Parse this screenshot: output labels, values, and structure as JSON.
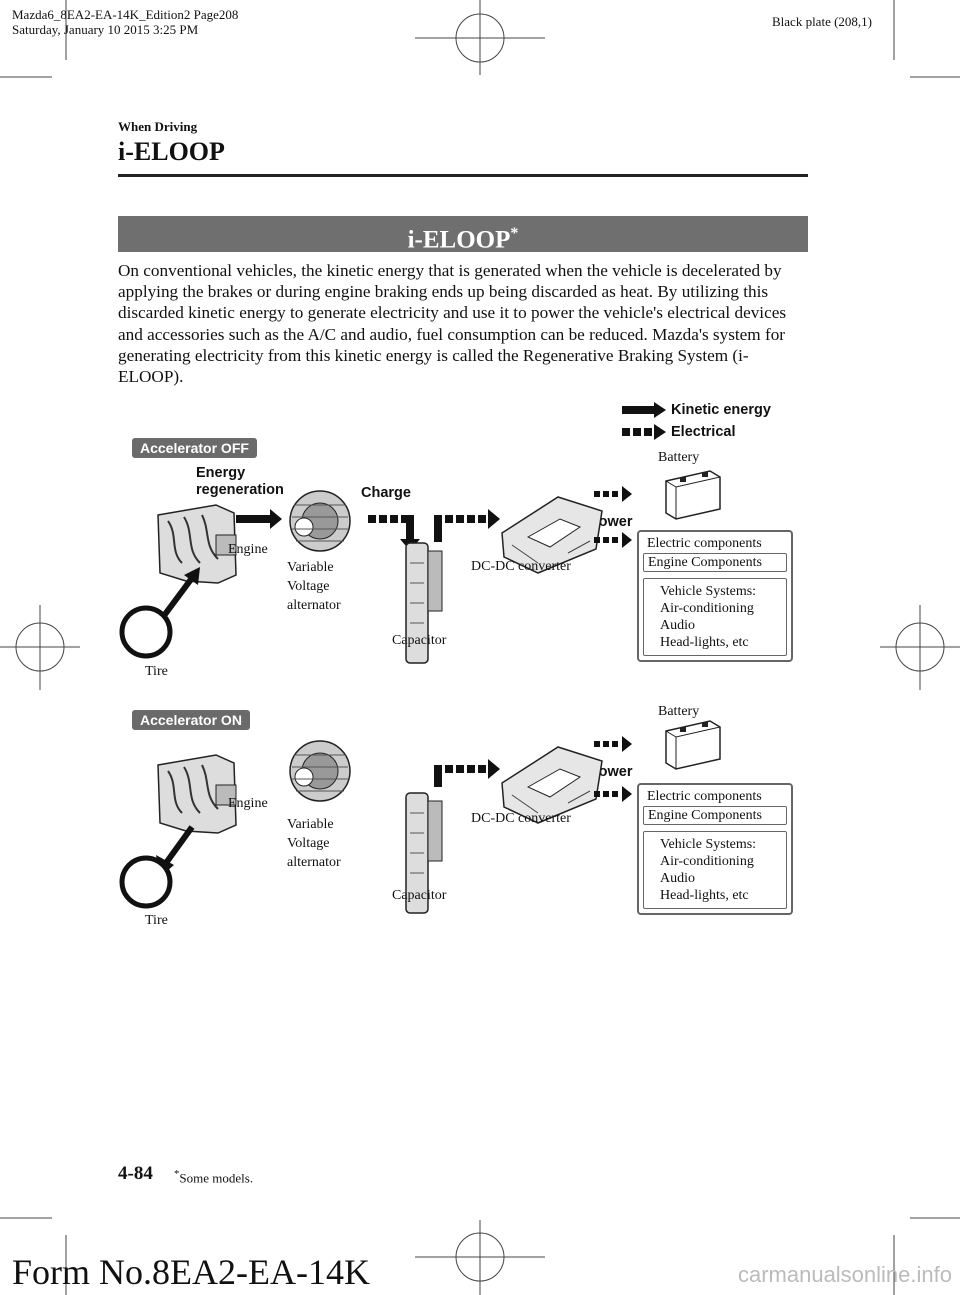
{
  "header": {
    "file_info": "Mazda6_8EA2-EA-14K_Edition2 Page208",
    "date_info": "Saturday, January 10 2015 3:25 PM",
    "plate": "Black plate (208,1)"
  },
  "section": "When Driving",
  "page_heading": "i-ELOOP",
  "banner": {
    "title": "i-ELOOP",
    "mark": "*"
  },
  "body_text": "On conventional vehicles, the kinetic energy that is generated when the vehicle is decelerated by applying the brakes or during engine braking ends up being discarded as heat. By utilizing this discarded kinetic energy to generate electricity and use it to power the vehicle's electrical devices and accessories such as the A/C and audio, fuel consumption can be reduced. Mazda's system for generating electricity from this kinetic energy is called the Regenerative Braking System (i-ELOOP).",
  "legend": {
    "kinetic": "Kinetic energy",
    "electrical": "Electrical"
  },
  "diagram_off": {
    "mode": "Accelerator OFF",
    "energy_regen_line1": "Energy",
    "energy_regen_line2": "regeneration",
    "charge": "Charge",
    "power": "Power",
    "battery": "Battery",
    "engine": "Engine",
    "tire": "Tire",
    "alternator": [
      "Variable",
      "Voltage",
      "alternator"
    ],
    "capacitor": "Capacitor",
    "dcdc": "DC-DC converter",
    "electric_components": "Electric components",
    "engine_components": "Engine Components",
    "vehicle_systems": [
      "Vehicle Systems:",
      "Air-conditioning",
      "Audio",
      "Head-lights, etc"
    ]
  },
  "diagram_on": {
    "mode": "Accelerator ON",
    "power": "Power",
    "battery": "Battery",
    "engine": "Engine",
    "tire": "Tire",
    "alternator": [
      "Variable",
      "Voltage",
      "alternator"
    ],
    "capacitor": "Capacitor",
    "dcdc": "DC-DC converter",
    "electric_components": "Electric components",
    "engine_components": "Engine Components",
    "vehicle_systems": [
      "Vehicle Systems:",
      "Air-conditioning",
      "Audio",
      "Head-lights, etc"
    ]
  },
  "footer": {
    "page_number": "4-84",
    "footnote_mark": "*",
    "footnote": "Some models.",
    "form_number": "Form No.8EA2-EA-14K",
    "watermark": "carmanualsonline.info"
  }
}
